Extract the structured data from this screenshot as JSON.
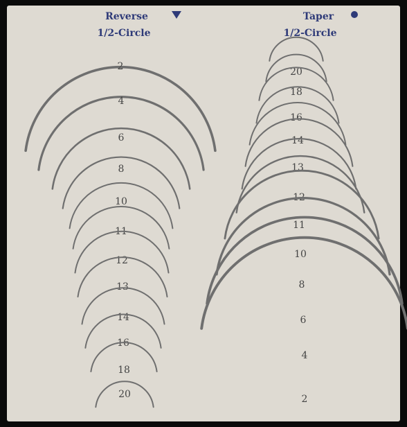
{
  "colors": {
    "background": "#0a0a0a",
    "panel": "#dedad2",
    "title": "#2e3a78",
    "needle": "#6f6f6f",
    "label": "#444444"
  },
  "left": {
    "title": "Reverse",
    "subtitle": "1/2-Circle",
    "symbol_icon": "down-triangle-icon",
    "labels": [
      "2",
      "4",
      "6",
      "8",
      "10",
      "11",
      "12",
      "13",
      "14",
      "16",
      "18",
      "20"
    ]
  },
  "right": {
    "title": "Taper",
    "subtitle": "1/2-Circle",
    "symbol_icon": "filled-circle-icon",
    "labels": [
      "20",
      "18",
      "16",
      "14",
      "13",
      "12",
      "11",
      "10",
      "8",
      "6",
      "4",
      "2"
    ]
  }
}
